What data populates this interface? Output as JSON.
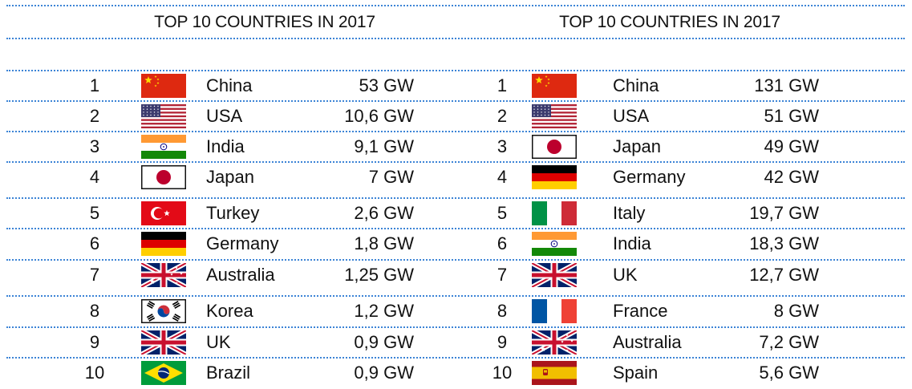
{
  "tables": [
    {
      "title": "TOP 10 COUNTRIES IN 2017",
      "rows": [
        {
          "rank": "1",
          "flag": "china-flag-icon",
          "country": "China",
          "value": "53 GW"
        },
        {
          "rank": "2",
          "flag": "usa-flag-icon",
          "country": "USA",
          "value": "10,6 GW"
        },
        {
          "rank": "3",
          "flag": "india-flag-icon",
          "country": "India",
          "value": "9,1 GW"
        },
        {
          "rank": "4",
          "flag": "japan-flag-icon",
          "country": "Japan",
          "value": "7 GW"
        },
        {
          "rank": "5",
          "flag": "turkey-flag-icon",
          "country": "Turkey",
          "value": "2,6 GW"
        },
        {
          "rank": "6",
          "flag": "germany-flag-icon",
          "country": "Germany",
          "value": "1,8 GW"
        },
        {
          "rank": "7",
          "flag": "australia-flag-icon",
          "country": "Australia",
          "value": "1,25 GW"
        },
        {
          "rank": "8",
          "flag": "korea-flag-icon",
          "country": "Korea",
          "value": "1,2 GW"
        },
        {
          "rank": "9",
          "flag": "uk-flag-icon",
          "country": "UK",
          "value": "0,9 GW"
        },
        {
          "rank": "10",
          "flag": "brazil-flag-icon",
          "country": "Brazil",
          "value": "0,9 GW"
        }
      ]
    },
    {
      "title": "TOP 10 COUNTRIES IN 2017",
      "rows": [
        {
          "rank": "1",
          "flag": "china-flag-icon",
          "country": "China",
          "value": "131 GW"
        },
        {
          "rank": "2",
          "flag": "usa-flag-icon",
          "country": "USA",
          "value": "51 GW"
        },
        {
          "rank": "3",
          "flag": "japan-flag-icon",
          "country": "Japan",
          "value": "49 GW"
        },
        {
          "rank": "4",
          "flag": "germany-flag-icon",
          "country": "Germany",
          "value": "42 GW"
        },
        {
          "rank": "5",
          "flag": "italy-flag-icon",
          "country": "Italy",
          "value": "19,7 GW"
        },
        {
          "rank": "6",
          "flag": "india-flag-icon",
          "country": "India",
          "value": "18,3 GW"
        },
        {
          "rank": "7",
          "flag": "uk-flag-icon",
          "country": "UK",
          "value": "12,7 GW"
        },
        {
          "rank": "8",
          "flag": "france-flag-icon",
          "country": "France",
          "value": "8 GW"
        },
        {
          "rank": "9",
          "flag": "australia-flag-icon",
          "country": "Australia",
          "value": "7,2 GW"
        },
        {
          "rank": "10",
          "flag": "spain-flag-icon",
          "country": "Spain",
          "value": "5,6 GW"
        }
      ]
    }
  ],
  "colors": {
    "separator": "#3c84d6",
    "text": "#111111"
  }
}
